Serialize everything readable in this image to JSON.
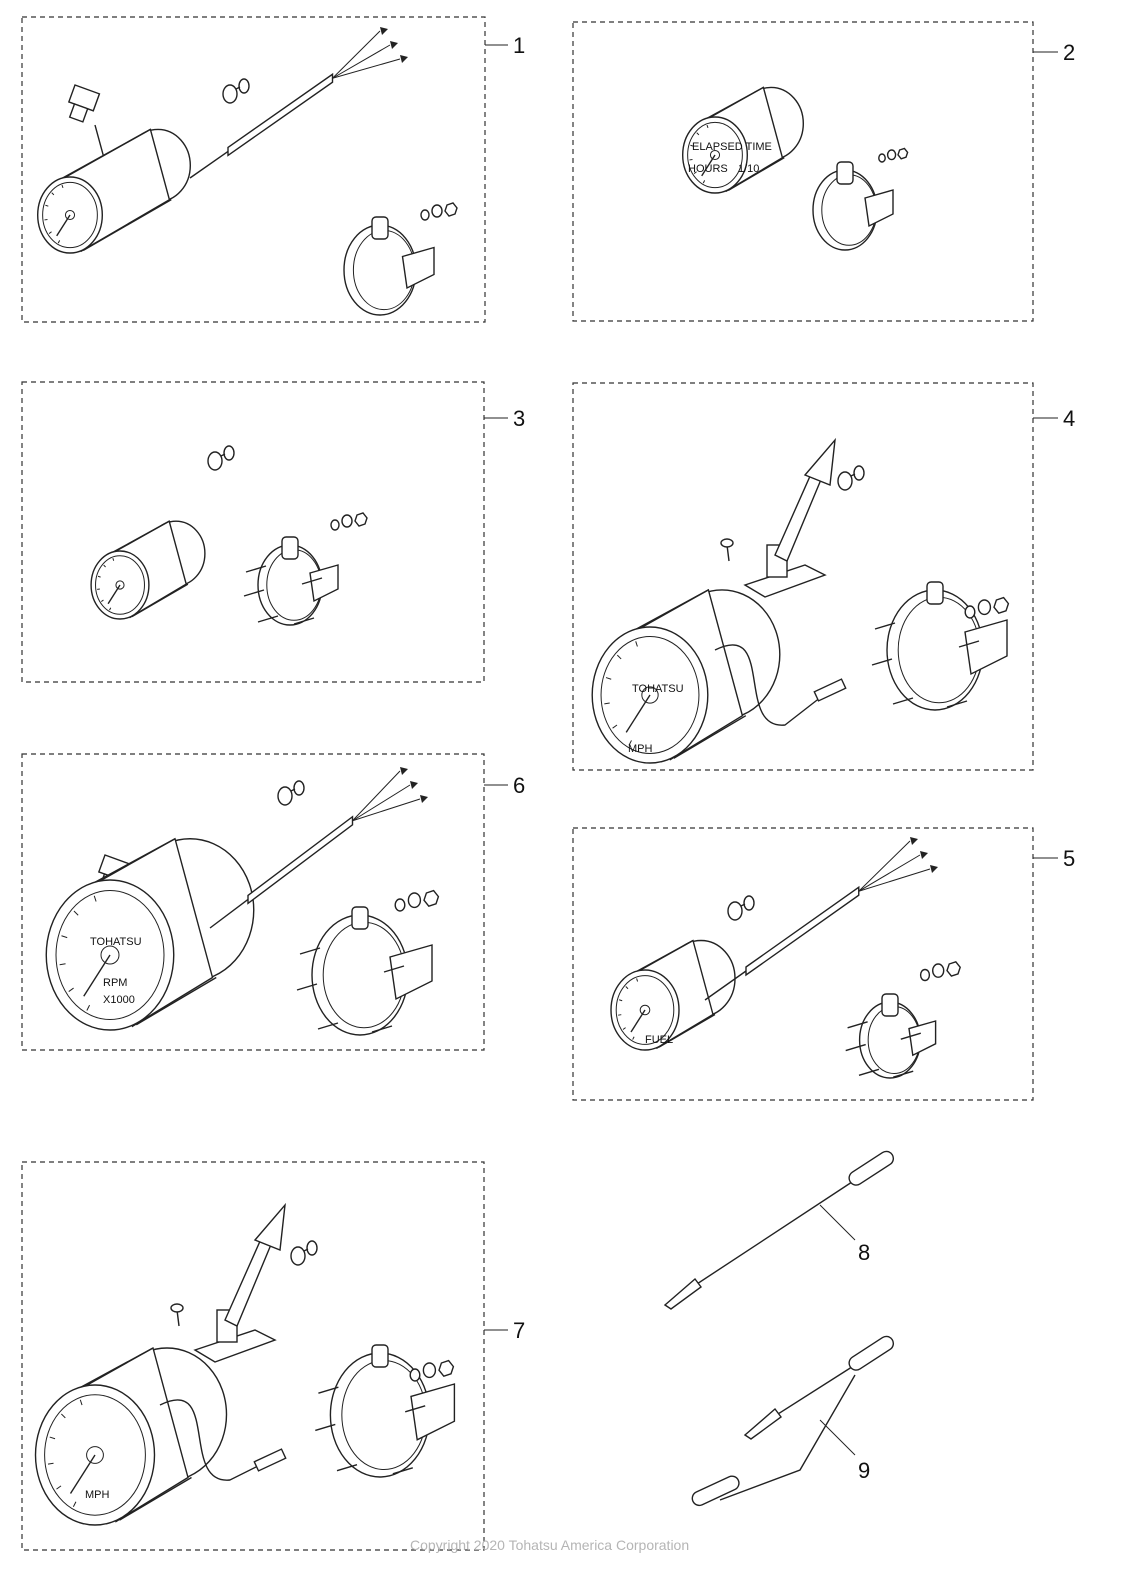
{
  "callouts": [
    "1",
    "2",
    "3",
    "4",
    "5",
    "6",
    "7",
    "8",
    "9"
  ],
  "gauge_faces": {
    "hour_meter_title": "ELAPSED TIME",
    "hour_meter_units": "HOURS",
    "hour_meter_scale": "1/10",
    "speed_unit": "MPH",
    "tach_unit": "RPM",
    "tach_scale": "X1000",
    "brand": "TOHATSU",
    "fuel_label": "FUEL"
  },
  "copyright": "Copyright 2020 Tohatsu America Corporation"
}
